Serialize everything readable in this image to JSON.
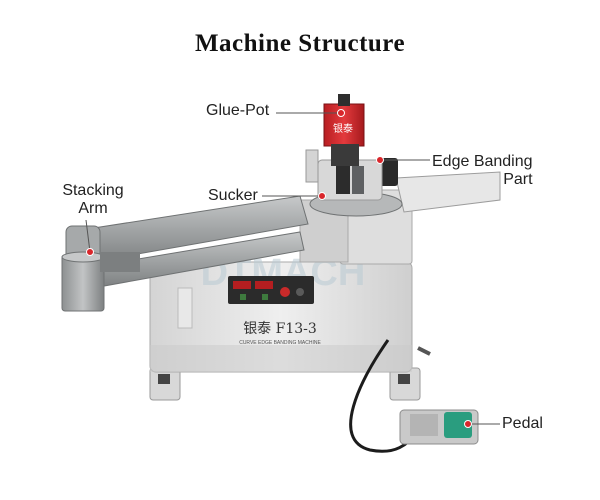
{
  "title": "Machine Structure",
  "labels": {
    "glue_pot": "Glue-Pot",
    "edge_banding_part": "Edge Banding\nPart",
    "stacking_arm": "Stacking\nArm",
    "sucker": "Sucker",
    "pedal": "Pedal"
  },
  "machine": {
    "brand_text": "银泰 F13-3",
    "subtitle_text": "CURVE EDGE BANDING MACHINE",
    "pot_text": "银泰",
    "watermark": "DTMACH"
  },
  "colors": {
    "accent": "#d9262b",
    "body": "#dcdcdc",
    "arm": "#9a9d9e",
    "pedal": "#2a9d7f"
  }
}
